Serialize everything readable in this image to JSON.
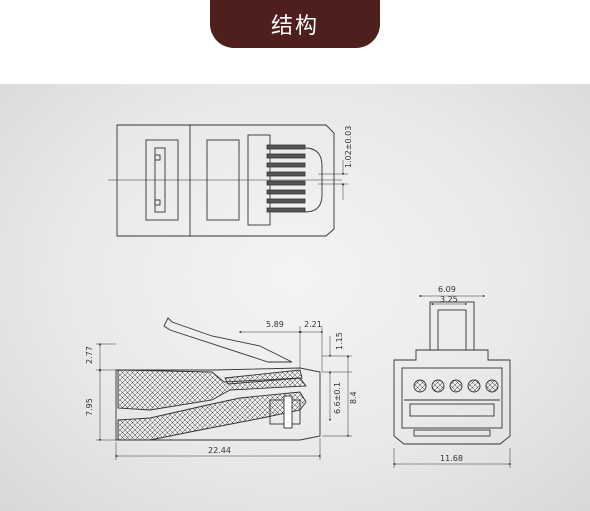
{
  "header": {
    "title": "结构"
  },
  "dimensions": {
    "top_pitch": "1.02±0.03",
    "side_589": "5.89",
    "side_221": "2.21",
    "side_115": "1.15",
    "side_277": "2.77",
    "side_795": "7.95",
    "side_66": "6.6±0.1",
    "side_84": "8.4",
    "side_2244": "22.44",
    "front_609": "6.09",
    "front_325": "3.25",
    "front_1168": "11.68"
  },
  "colors": {
    "title_bg": "#4e1f1c",
    "line": "#333333"
  }
}
